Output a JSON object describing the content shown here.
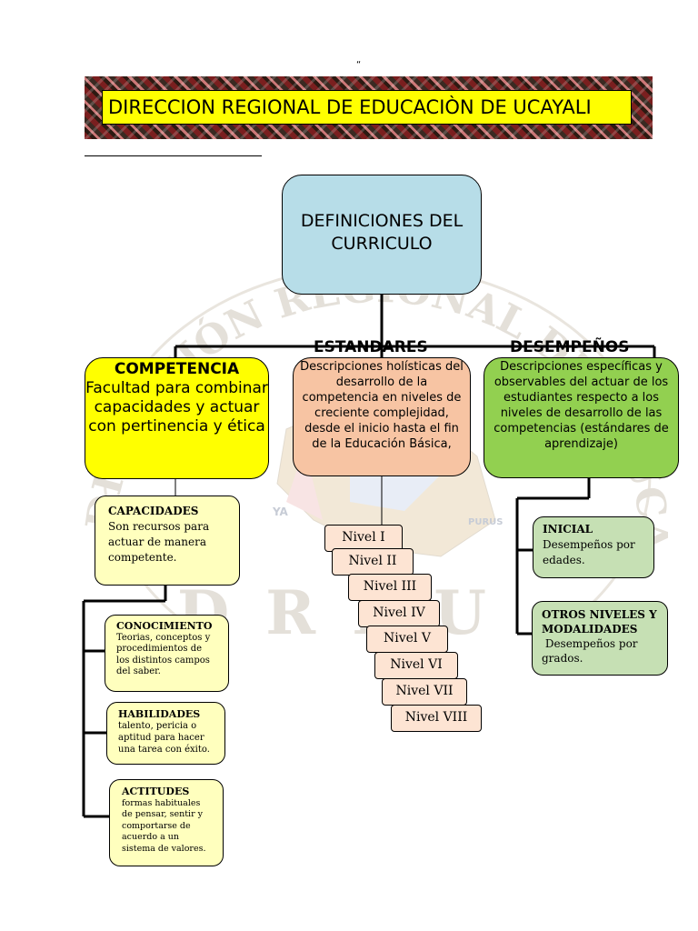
{
  "header": {
    "quote_mark": "“",
    "title": "DIRECCION REGIONAL DE EDUCACIÒN DE UCAYALI"
  },
  "root": {
    "label": "DEFINICIONES DEL CURRICULO"
  },
  "competencia": {
    "title": "COMPETENCIA",
    "text": "Facultad para combinar capacidades y actuar con pertinencia y ética"
  },
  "estandares": {
    "heading": "ESTANDARES",
    "text": "Descripciones holísticas del desarrollo de la competencia en niveles de creciente complejidad, desde el inicio hasta el fin de la Educación Básica,"
  },
  "desempenos": {
    "heading": "DESEMPEÑOS",
    "text": "Descripciones específicas y observables del actuar de los estudiantes respecto a los niveles de desarrollo de las competencias (estándares de aprendizaje)"
  },
  "capacidades": {
    "title": "CAPACIDADES",
    "text": "Son recursos para actuar de manera competente."
  },
  "conocimiento": {
    "title": "CONOCIMIENTO",
    "text": "Teorias, conceptos y procedimientos de los distintos campos del saber."
  },
  "habilidades": {
    "title": "HABILIDADES",
    "text": "talento, pericia o aptitud para hacer una tarea con éxito."
  },
  "actitudes": {
    "title": "ACTITUDES",
    "text": "formas habituales de pensar, sentir y comportarse de acuerdo a un sistema de valores."
  },
  "inicial": {
    "title": "INICIAL",
    "text": "Desempeños por edades."
  },
  "otros": {
    "title": "OTROS NIVELES Y MODALIDADES",
    "text": " Desempeños por grados."
  },
  "niveles": [
    "Nivel I",
    "Nivel II",
    "Nivel III",
    "Nivel IV",
    "Nivel V",
    "Nivel VI",
    "Nivel VII",
    "Nivel VIII"
  ],
  "watermark": {
    "text": "DIRECCIÓN REGIONAL DE EDUCACIÓN UCAYALI",
    "bottom_text": "DREU",
    "map_labels": [
      "YA",
      "PURUS"
    ]
  },
  "colors": {
    "banner_title_bg": "#ffff00",
    "root_bg": "#b7dde8",
    "competencia_bg": "#ffff00",
    "estandares_bg": "#f7c4a3",
    "desempenos_bg": "#92d050",
    "pale_yellow": "#ffffbe",
    "pale_green": "#c6e0b4",
    "nivel_bg": "#fde4d3"
  }
}
